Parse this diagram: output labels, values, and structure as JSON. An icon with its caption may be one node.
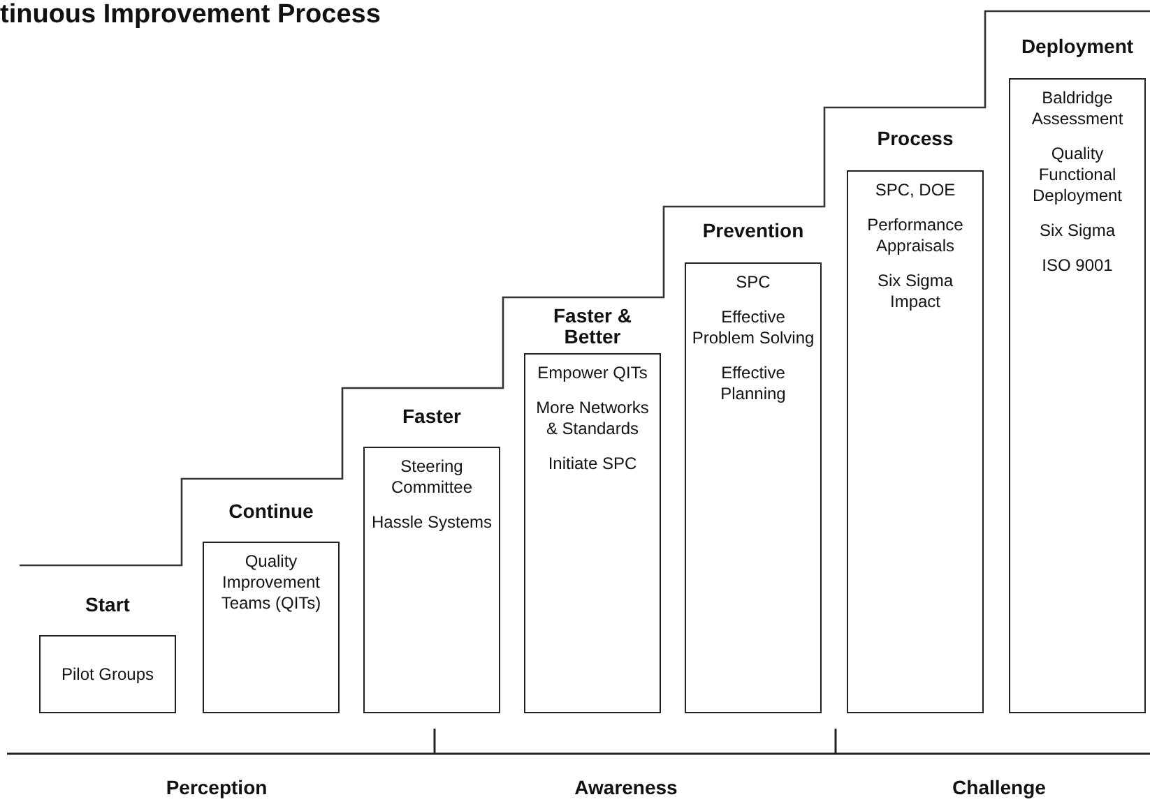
{
  "diagram": {
    "title": "tinuous Improvement Process",
    "nodes": [
      {
        "text": [
          "Start",
          "Pilot Groups"
        ]
      },
      {
        "text": [
          "Continue",
          "Quality Improvement Teams (QITs)"
        ]
      },
      {
        "text": [
          "Faster",
          "Steering Committee",
          "Hassle Systems"
        ]
      },
      {
        "text": [
          "Faster & Better",
          "Empower QITs",
          "More Networks & Standards",
          "Initiate SPC"
        ]
      },
      {
        "text": [
          "Prevention",
          "SPC",
          "Effective Problem Solving",
          "Effective Planning"
        ]
      },
      {
        "text": [
          "Process",
          "SPC, DOE",
          "Performance Appraisals",
          "Six Sigma Impact"
        ]
      },
      {
        "text": [
          "Deployment",
          "Baldridge Assessment",
          "Quality Functional Deployment",
          "Six Sigma",
          "ISO 9001"
        ]
      }
    ],
    "labels": [
      "Perception",
      "Awareness",
      "Challenge"
    ]
  }
}
